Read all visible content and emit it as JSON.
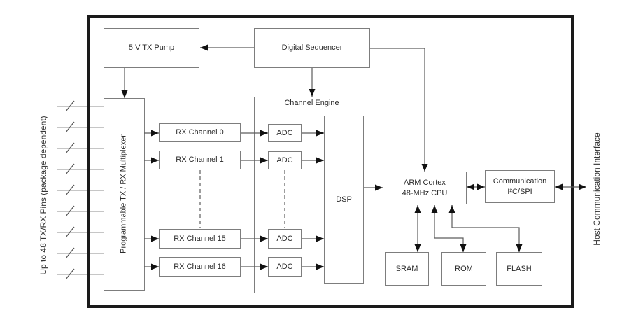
{
  "blocks": {
    "pump": {
      "label": "5 V TX Pump"
    },
    "sequencer": {
      "label": "Digital Sequencer"
    },
    "mux": {
      "line1": "Programmable",
      "line2": "TX / RX Multiplexer"
    },
    "engine": {
      "label": "Channel Engine"
    },
    "rx_channels": [
      "RX Channel 0",
      "RX Channel 1",
      "RX Channel 15",
      "RX Channel 16"
    ],
    "adc": {
      "label": "ADC"
    },
    "dsp": {
      "label": "DSP"
    },
    "cpu": {
      "line1": "ARM Cortex",
      "line2": "48-MHz CPU"
    },
    "comm": {
      "line1": "Communication",
      "line2": "I²C/SPI"
    },
    "sram": {
      "label": "SRAM"
    },
    "rom": {
      "label": "ROM"
    },
    "flash": {
      "label": "FLASH"
    }
  },
  "side_labels": {
    "left": "Up to 48 TX/RX Pins (package dependent)",
    "right": "Host Communication Interface"
  },
  "colors": {
    "outer_border": "#1a1a1a",
    "box_border": "#7d7d7d",
    "connector": "#5c5c5c",
    "pin_line": "#a3a3a3",
    "arrowhead": "#111111",
    "text": "#2b2b2b"
  }
}
